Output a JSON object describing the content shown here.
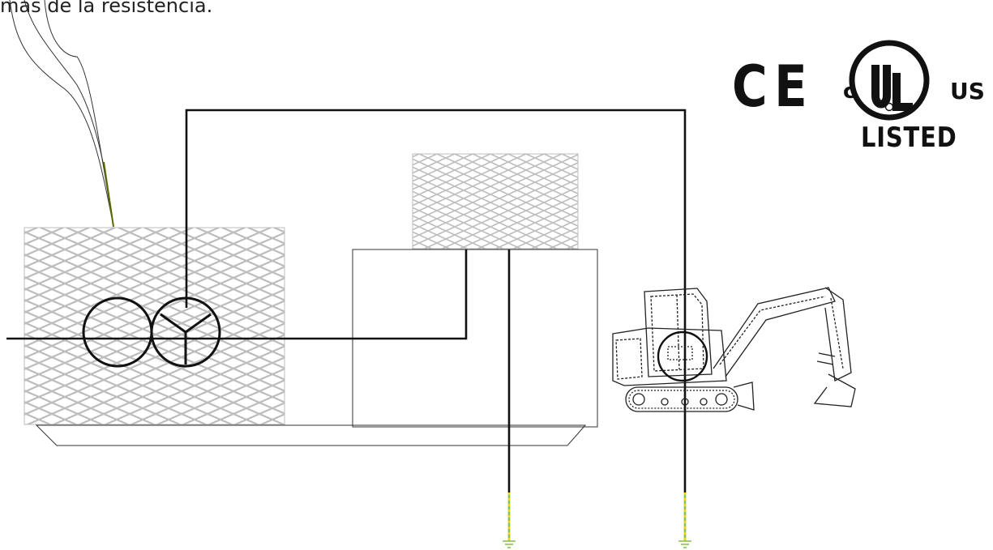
{
  "caption": "mas de la resistencia.",
  "colors": {
    "line": "#111111",
    "mesh": "#bdbdbd",
    "ground_green": "#8bc34a",
    "ground_yellow": "#f2d21b"
  },
  "certifications": {
    "ce": "CE",
    "ul_left": "c",
    "ul_mark": "UL",
    "ul_right": "US",
    "ul_registered": "®",
    "ul_listed": "LISTED"
  },
  "icons": {
    "transformer": "transformer-symbol-icon",
    "ground": "ground-symbol-icon",
    "excavator": "excavator-icon",
    "ce": "ce-mark-icon",
    "ul": "ul-listed-mark-icon"
  }
}
